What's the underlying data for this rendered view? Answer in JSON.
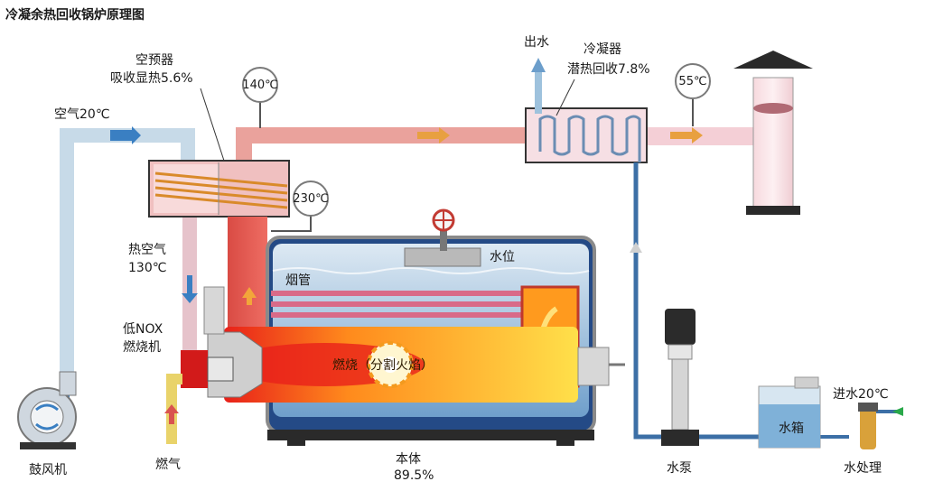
{
  "title": "冷凝余热回收锅炉原理图",
  "labels": {
    "air_20": "空气20℃",
    "preheater_name": "空预器",
    "preheater_heat": "吸收显热5.6%",
    "hot_air": "热空气",
    "hot_air_temp": "130℃",
    "burner_1": "低NOX",
    "burner_2": "燃烧机",
    "blower": "鼓风机",
    "gas": "燃气",
    "body_name": "本体",
    "body_pct": "89.5%",
    "flue_tube": "烟管",
    "water_level": "水位",
    "combustion": "燃烧（分割火焰）",
    "water_out": "出水",
    "condenser_name": "冷凝器",
    "condenser_heat": "潜热回收7.8%",
    "pump": "水泵",
    "tank": "水箱",
    "water_in": "进水20℃",
    "treatment": "水处理"
  },
  "gauges": {
    "g140": "140℃",
    "g230": "230℃",
    "g55": "55℃"
  },
  "colors": {
    "air_duct": "#c7dae8",
    "flue_duct": "#eaa29c",
    "flue_dark": "#e0524b",
    "water_pipe": "#3c6fa6",
    "boiler_water": "#a9c8e2",
    "flame": "#ffcc33",
    "gas_pipe": "#e9d36a"
  }
}
